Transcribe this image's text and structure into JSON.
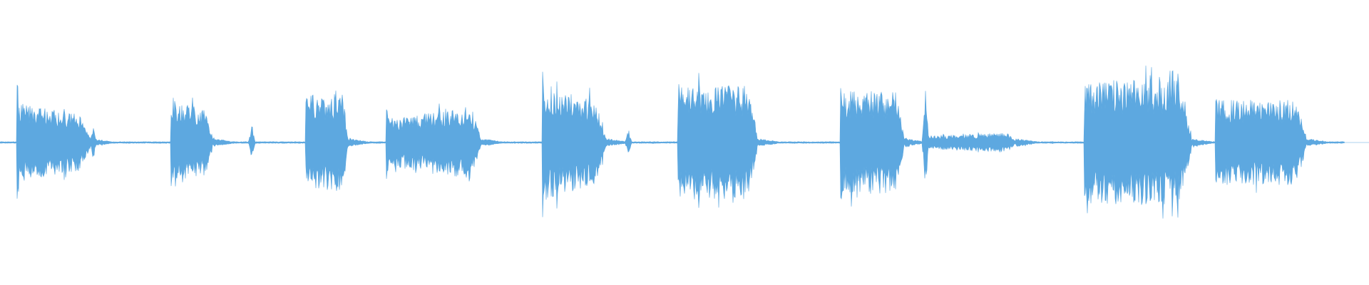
{
  "waveform": {
    "color": "#5DA8E0",
    "background": "#FFFFFF",
    "bursts": [
      {
        "start": 0.012,
        "end": 0.066,
        "peak": 0.52,
        "body": 0.28,
        "decay": "taper"
      },
      {
        "start": 0.125,
        "end": 0.155,
        "peak": 0.42,
        "body": 0.32,
        "decay": "taper"
      },
      {
        "start": 0.223,
        "end": 0.254,
        "peak": 0.37,
        "body": 0.34,
        "decay": "flat"
      },
      {
        "start": 0.282,
        "end": 0.351,
        "peak": 0.28,
        "body": 0.22,
        "decay": "ramp"
      },
      {
        "start": 0.396,
        "end": 0.442,
        "peak": 0.65,
        "body": 0.42,
        "decay": "taper"
      },
      {
        "start": 0.495,
        "end": 0.553,
        "peak": 0.46,
        "body": 0.4,
        "decay": "flat"
      },
      {
        "start": 0.614,
        "end": 0.66,
        "peak": 0.58,
        "body": 0.36,
        "decay": "flat"
      },
      {
        "start": 0.675,
        "end": 0.742,
        "peak": 0.18,
        "body": 0.06,
        "decay": "ramp"
      },
      {
        "start": 0.792,
        "end": 0.87,
        "peak": 0.5,
        "body": 0.44,
        "decay": "flat"
      },
      {
        "start": 0.888,
        "end": 0.954,
        "peak": 0.33,
        "body": 0.3,
        "decay": "flat"
      }
    ],
    "clicks": [
      {
        "at": 0.068,
        "amp": 0.12
      },
      {
        "at": 0.184,
        "amp": 0.13
      },
      {
        "at": 0.459,
        "amp": 0.1
      },
      {
        "at": 0.676,
        "amp": 0.38
      }
    ],
    "track_start": 0.0,
    "track_end": 0.982
  }
}
